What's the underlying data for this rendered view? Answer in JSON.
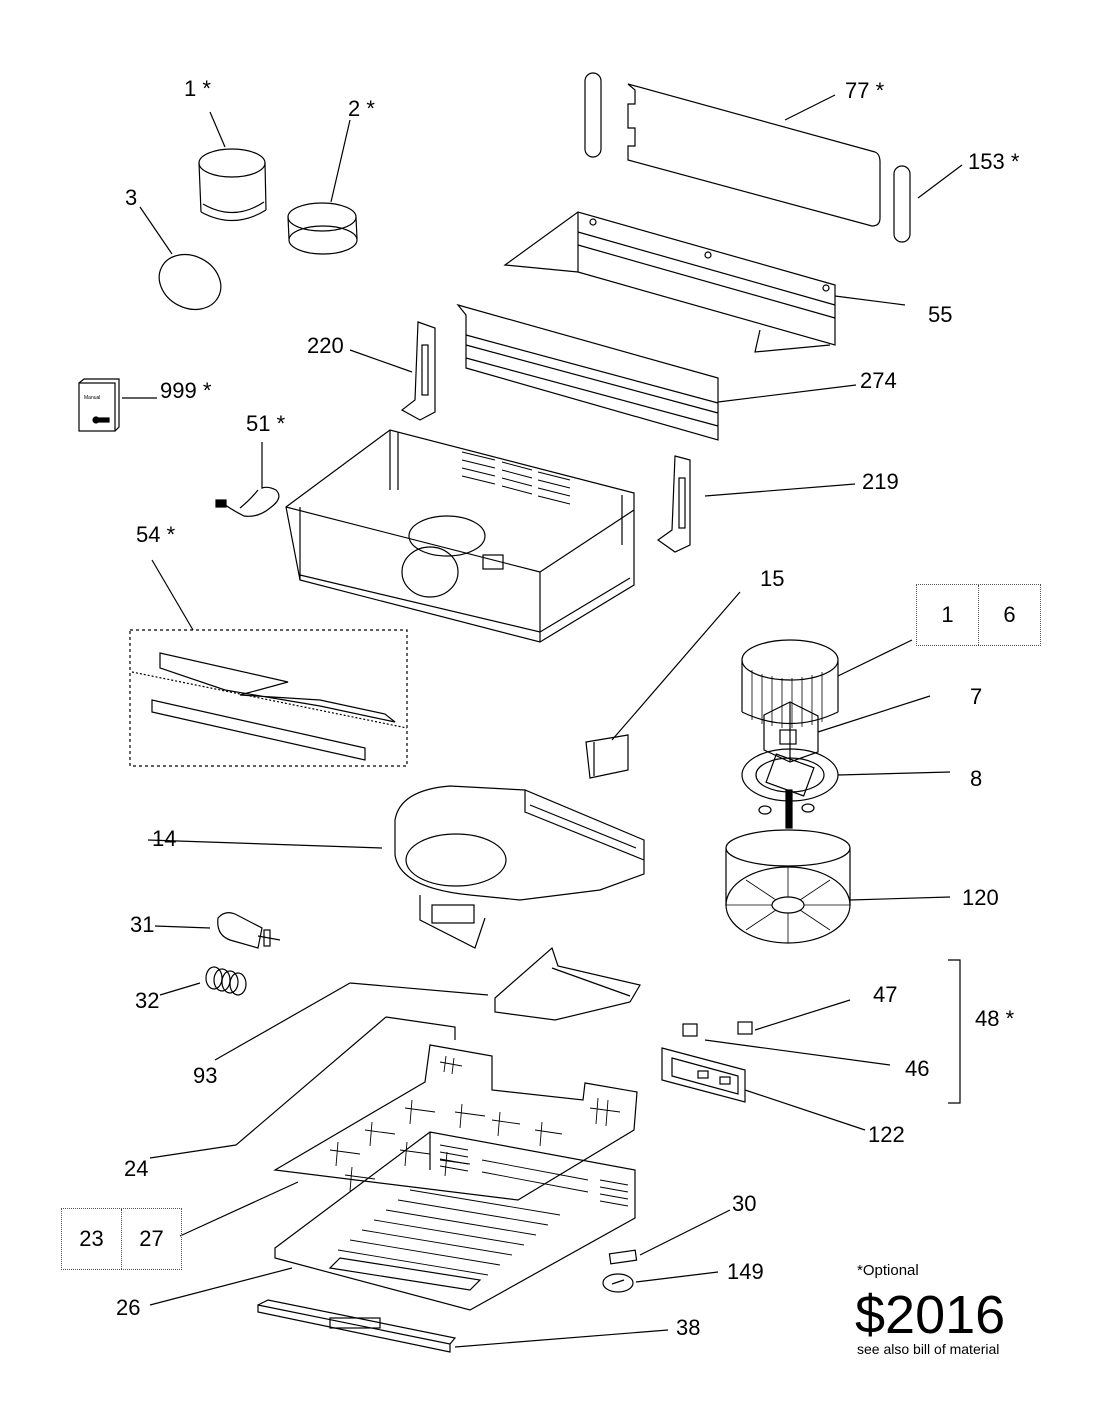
{
  "labels": {
    "p1": "1 *",
    "p2": "2 *",
    "p3": "3",
    "p77": "77 *",
    "p153": "153 *",
    "p55": "55",
    "p220": "220",
    "p274": "274",
    "p999": "999 *",
    "p51": "51 *",
    "p219": "219",
    "p54": "54 *",
    "p15": "15",
    "p7": "7",
    "p8": "8",
    "p14": "14",
    "p120": "120",
    "p31": "31",
    "p32": "32",
    "p93": "93",
    "p47": "47",
    "p48": "48 *",
    "p46": "46",
    "p122": "122",
    "p24": "24",
    "p30": "30",
    "p149": "149",
    "p26": "26",
    "p38": "38"
  },
  "boxes": {
    "blower_group": [
      "1",
      "6"
    ],
    "grille_group": [
      "23",
      "27"
    ]
  },
  "manual_text": "Manual",
  "footer": {
    "optional_note": "*Optional",
    "price": "$2016",
    "bom_note": "see also bill of material"
  }
}
